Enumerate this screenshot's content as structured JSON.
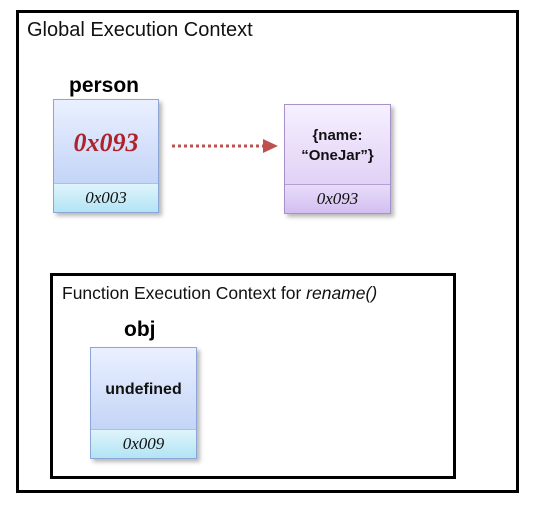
{
  "global_context": {
    "title": "Global Execution Context"
  },
  "person_var": {
    "label": "person",
    "value": "0x093",
    "address": "0x003"
  },
  "heap_object": {
    "value": "{name:\n“OneJar”}",
    "address": "0x093"
  },
  "function_context": {
    "title_prefix": "Function Execution Context for ",
    "title_function": "rename()"
  },
  "obj_var": {
    "label": "obj",
    "value": "undefined",
    "address": "0x009"
  },
  "colors": {
    "reference_value": "#b0222a",
    "arrow": "#c0504d",
    "stack_box": "#b7cbf4",
    "address_cell": "#b2e4f5",
    "heap_box": "#d9c6f2"
  }
}
